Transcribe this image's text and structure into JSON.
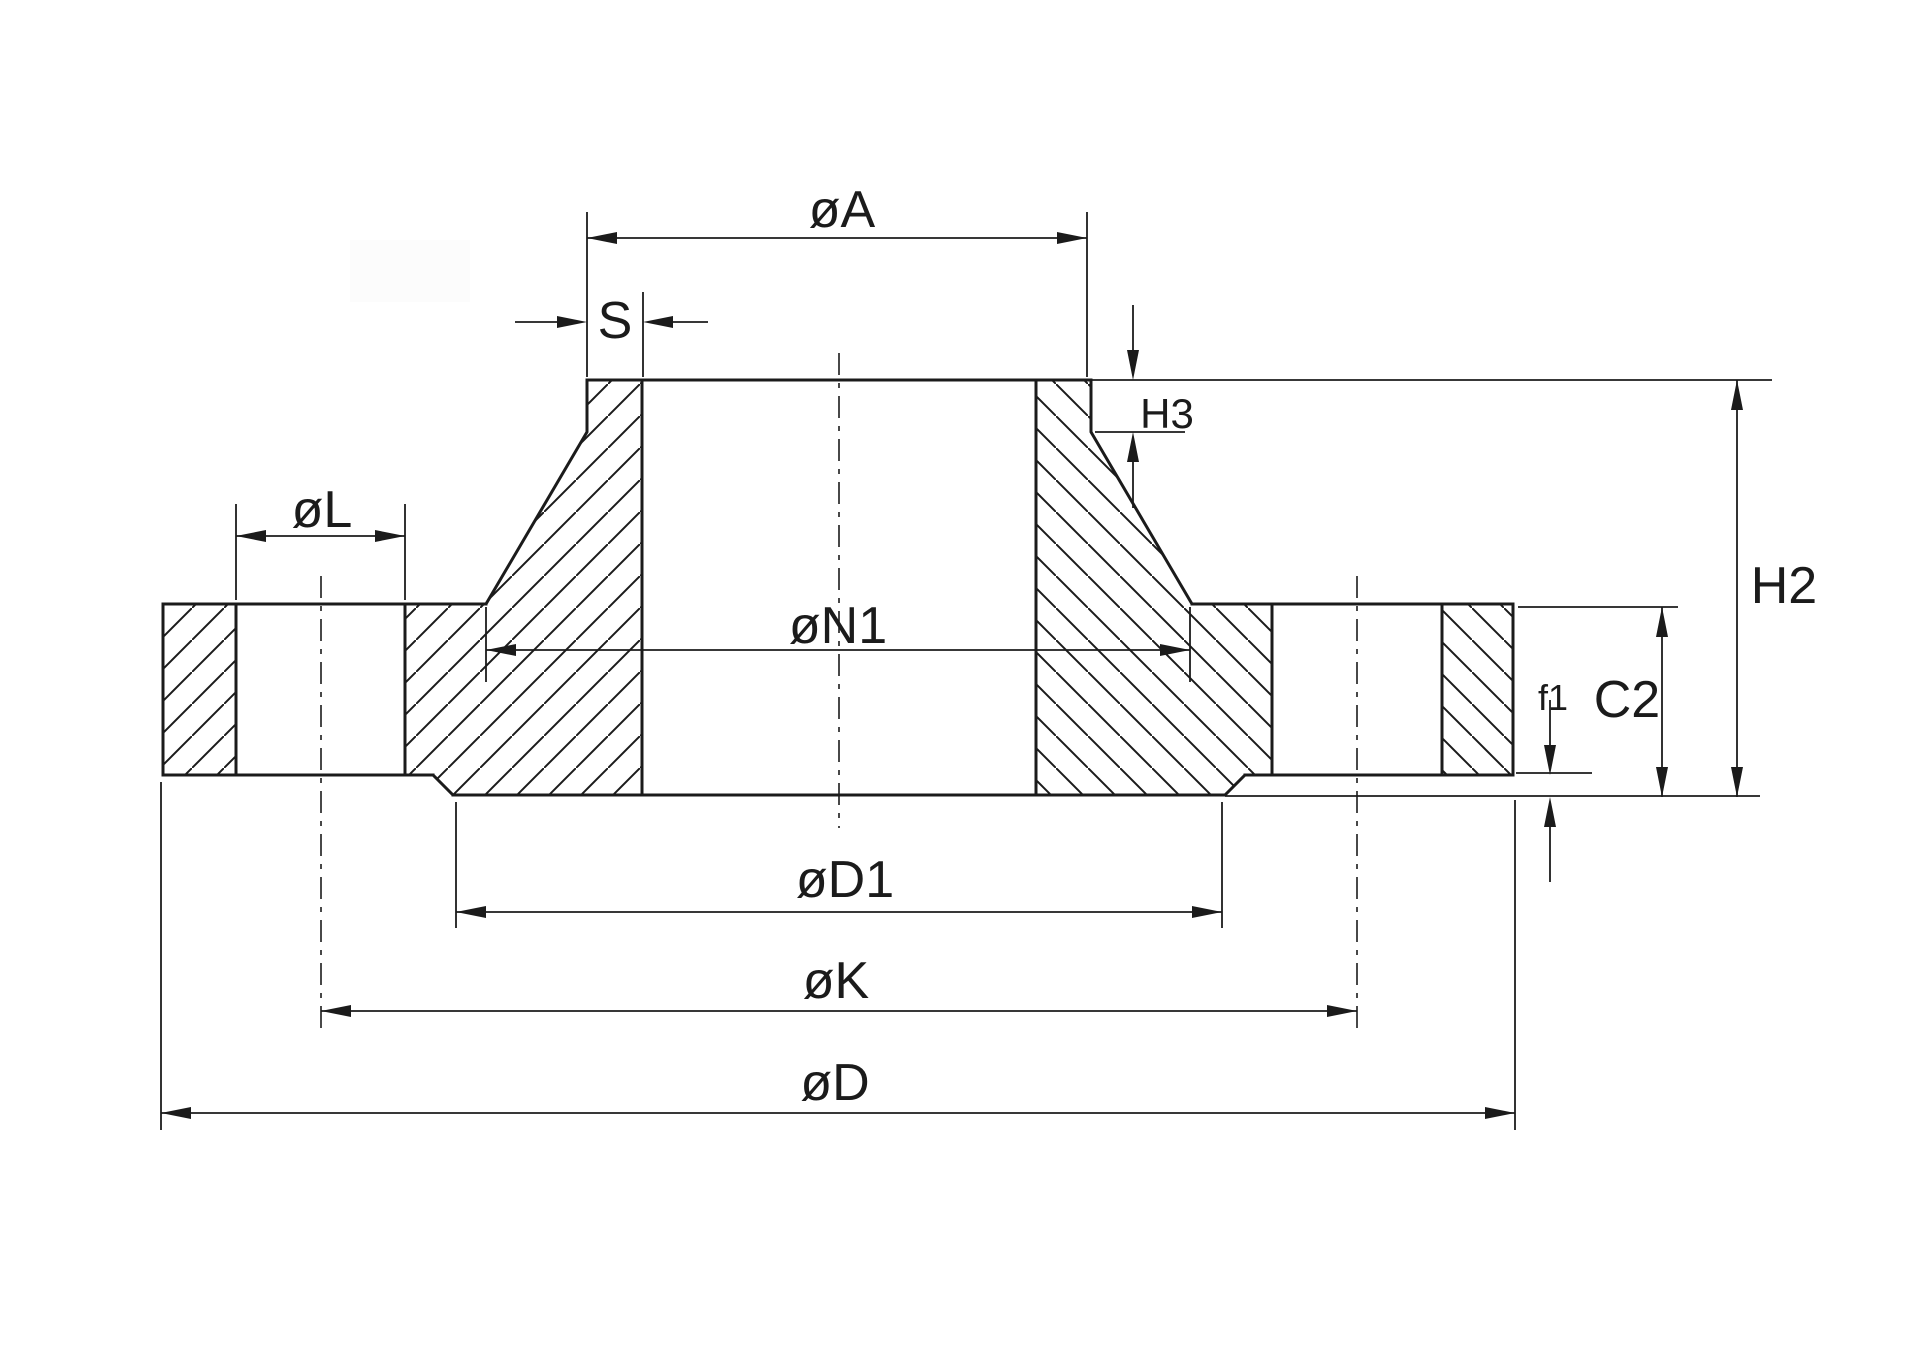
{
  "drawing": {
    "labels": {
      "oA": "øA",
      "s": "S",
      "h3": "H3",
      "oL": "øL",
      "oN1": "øN1",
      "f1": "f1",
      "c2": "C2",
      "h2": "H2",
      "oD1": "øD1",
      "oK": "øK",
      "oD": "øD"
    },
    "colors": {
      "line": "#1b1b1b",
      "background": "#ffffff"
    }
  }
}
